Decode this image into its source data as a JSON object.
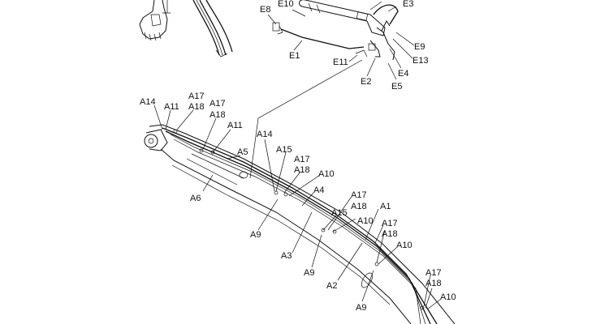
{
  "diagram": {
    "labels": {
      "E1": "E1",
      "E2": "E2",
      "E3": "E3",
      "E4": "E4",
      "E5": "E5",
      "E8": "E8",
      "E9": "E9",
      "E10": "E10",
      "E11": "E11",
      "E13": "E13",
      "A1": "A1",
      "A2": "A2",
      "A3": "A3",
      "A4": "A4",
      "A5": "A5",
      "A6": "A6",
      "A9": "A9",
      "A10": "A10",
      "A11": "A11",
      "A14": "A14",
      "A15": "A15",
      "A17": "A17",
      "A18": "A18"
    }
  }
}
